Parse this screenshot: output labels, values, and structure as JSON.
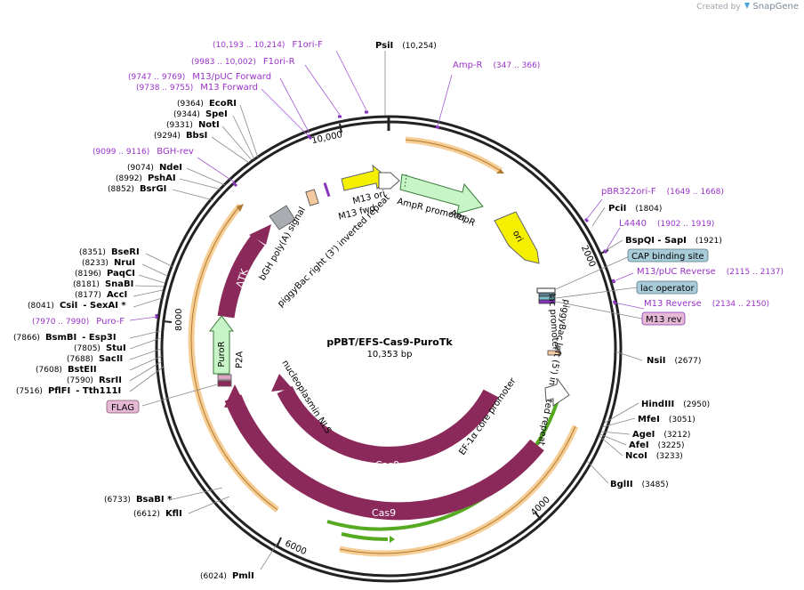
{
  "brand": {
    "created_by": "Created by",
    "app": "SnapGene"
  },
  "plasmid": {
    "name": "pPBT/EFS-Cas9-PuroTk",
    "length": "10,353 bp"
  },
  "ticks": [
    "10,000",
    "2000",
    "4000",
    "6000",
    "8000"
  ],
  "sites": [
    {
      "id": "psii",
      "name": "PsiI",
      "pos": "(10,254)"
    },
    {
      "id": "ecori",
      "name": "EcoRI",
      "pos": "(9364)"
    },
    {
      "id": "spei",
      "name": "SpeI",
      "pos": "(9344)"
    },
    {
      "id": "noti",
      "name": "NotI",
      "pos": "(9331)"
    },
    {
      "id": "bbsi",
      "name": "BbsI",
      "pos": "(9294)"
    },
    {
      "id": "ndei",
      "name": "NdeI",
      "pos": "(9074)"
    },
    {
      "id": "pshai",
      "name": "PshAI",
      "pos": "(8992)"
    },
    {
      "id": "bsrgi",
      "name": "BsrGI",
      "pos": "(8852)"
    },
    {
      "id": "bseri",
      "name": "BseRI",
      "pos": "(8351)"
    },
    {
      "id": "drui",
      "name": "NruI",
      "pos": "(8233)"
    },
    {
      "id": "paqci",
      "name": "PaqCI",
      "pos": "(8196)"
    },
    {
      "id": "snabi",
      "name": "SnaBI",
      "pos": "(8181)"
    },
    {
      "id": "acci",
      "name": "AccI",
      "pos": "(8177)"
    },
    {
      "id": "csii",
      "name": "CsiI",
      "pos": "(8041)",
      "extra": "- SexAI *"
    },
    {
      "id": "bsmbi",
      "name": "BsmBI",
      "pos": "(7866)",
      "extra": "- Esp3I"
    },
    {
      "id": "stui",
      "name": "StuI",
      "pos": "(7805)"
    },
    {
      "id": "sacii",
      "name": "SacII",
      "pos": "(7688)"
    },
    {
      "id": "bsteii",
      "name": "BstEII",
      "pos": "(7608)"
    },
    {
      "id": "rsrii",
      "name": "RsrII",
      "pos": "(7590)"
    },
    {
      "id": "pflfi",
      "name": "PflFI",
      "pos": "(7516)",
      "extra": "- Tth111I"
    },
    {
      "id": "bsabi",
      "name": "BsaBI *",
      "pos": "(6733)"
    },
    {
      "id": "kfli",
      "name": "KflI",
      "pos": "(6612)"
    },
    {
      "id": "pmli",
      "name": "PmlI",
      "pos": "(6024)"
    },
    {
      "id": "pcii",
      "name": "PciI",
      "pos": "(1804)"
    },
    {
      "id": "bspqi",
      "name": "BspQI - SapI",
      "pos": "(1921)"
    },
    {
      "id": "nsii",
      "name": "NsiI",
      "pos": "(2677)"
    },
    {
      "id": "hindiii",
      "name": "HindIII",
      "pos": "(2950)"
    },
    {
      "id": "mfei",
      "name": "MfeI",
      "pos": "(3051)"
    },
    {
      "id": "agei",
      "name": "AgeI",
      "pos": "(3212)"
    },
    {
      "id": "afei",
      "name": "AfeI",
      "pos": "(3225)"
    },
    {
      "id": "ncoi",
      "name": "NcoI",
      "pos": "(3233)"
    },
    {
      "id": "bglii",
      "name": "BglII",
      "pos": "(3485)"
    }
  ],
  "primers": [
    {
      "id": "f1ori-f",
      "name": "F1ori-F",
      "range": "(10,193 .. 10,214)"
    },
    {
      "id": "f1ori-r",
      "name": "F1ori-R",
      "range": "(9983 .. 10,002)"
    },
    {
      "id": "m13puc-fwd",
      "name": "M13/pUC Forward",
      "range": "(9747 .. 9769)"
    },
    {
      "id": "m13-fwd",
      "name": "M13 Forward",
      "range": "(9738 .. 9755)"
    },
    {
      "id": "bgh-rev",
      "name": "BGH-rev",
      "range": "(9099 .. 9116)"
    },
    {
      "id": "puro-f",
      "name": "Puro-F",
      "range": "(7970 .. 7990)"
    },
    {
      "id": "ampr-primer",
      "name": "Amp-R",
      "range": "(347 .. 366)"
    },
    {
      "id": "pbr322ori-f",
      "name": "pBR322ori-F",
      "range": "(1649 .. 1668)"
    },
    {
      "id": "l4440",
      "name": "L4440",
      "range": "(1902 .. 1919)"
    },
    {
      "id": "m13puc-rev",
      "name": "M13/pUC Reverse",
      "range": "(2115 .. 2137)"
    },
    {
      "id": "m13-reverse",
      "name": "M13 Reverse",
      "range": "(2134 .. 2150)"
    }
  ],
  "boxed_features": [
    {
      "id": "cap",
      "label": "CAP binding site"
    },
    {
      "id": "lacop",
      "label": "lac operator"
    },
    {
      "id": "m13rev",
      "label": "M13 rev"
    },
    {
      "id": "flag",
      "label": "FLAG"
    }
  ],
  "features": {
    "m13_ori": "M13 ori",
    "m13_fwd": "M13 fwd",
    "ampr_promoter": "AmpR promoter",
    "ampr": "AmpR",
    "ori": "ori",
    "lac_promoter": "lac promoter",
    "pb_left": "piggyBac left (5') inverted repeat",
    "efs": "EF-1α core promoter",
    "cas9_inner": "Cas9",
    "cas9_outer": "Cas9",
    "nls": "nucleoplasmin NLS",
    "p2a": "P2A",
    "puror": "PuroR",
    "dtk": "ΔTK",
    "bgh": "bGH poly(A) signal",
    "pb_right": "piggyBac right (3') inverted repeat"
  },
  "colors": {
    "site_text": "#000000",
    "primer_text": "#9a33c9",
    "cas9": "#8b2a5a",
    "ampr_fill": "#c8f5c8",
    "ori_fill": "#f5f000",
    "orange_band": "#f5c98a",
    "green_band": "#55aa22",
    "boxed_blue": "#a8cbd8",
    "boxed_pink": "#e5b8d3"
  }
}
